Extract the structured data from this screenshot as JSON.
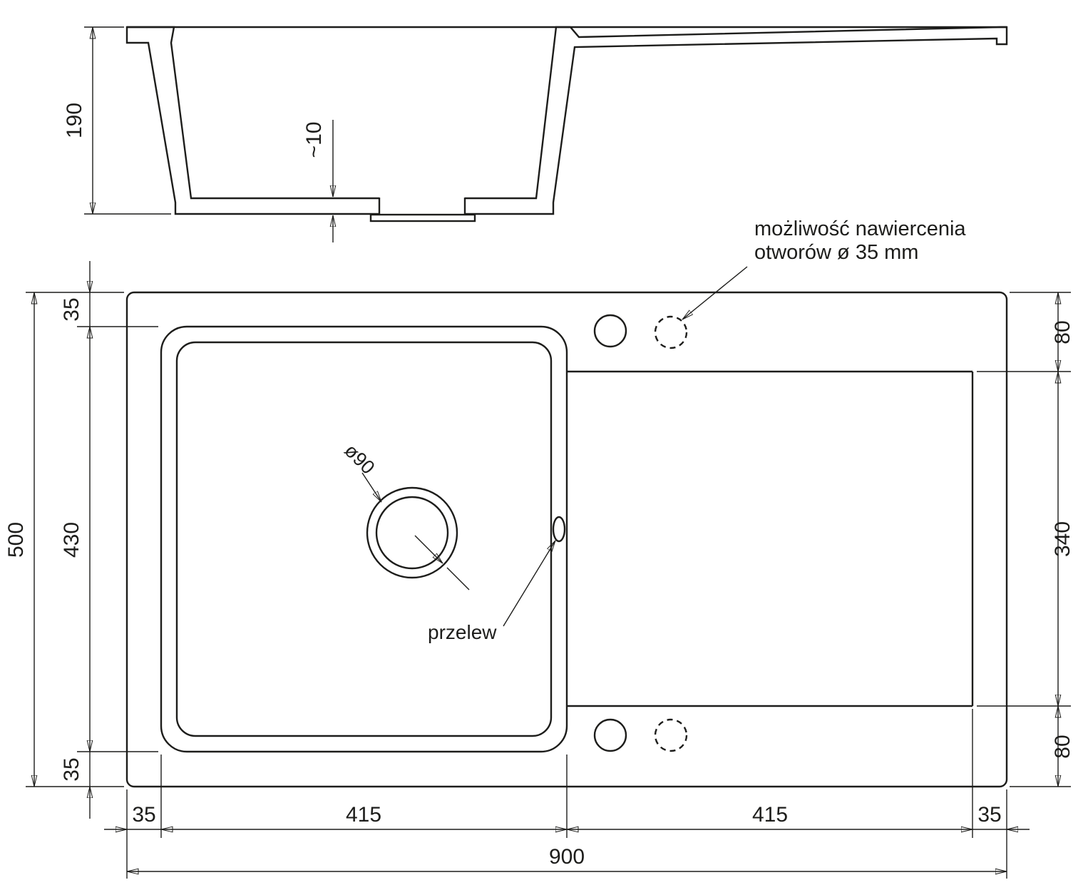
{
  "drawing": {
    "type": "kitchen-sink-technical-drawing",
    "line_color": "#1d1d1b",
    "background": "#ffffff"
  },
  "section": {
    "dims": {
      "depth": "190",
      "bottom_thickness": "~10"
    }
  },
  "plan": {
    "labels": {
      "drill_note_line1": "możliwość nawiercenia",
      "drill_note_line2": "otworów ø 35 mm",
      "overflow": "przelew",
      "drain_diameter": "ø90"
    },
    "dims": {
      "total_height": "500",
      "margin_top": "35",
      "basin_height": "430",
      "margin_bottom": "35",
      "drainer_offset_top": "80",
      "drainer_height": "340",
      "drainer_offset_bottom": "80",
      "margin_left": "35",
      "basin_width": "415",
      "drainer_width": "415",
      "margin_right": "35",
      "total_width": "900"
    }
  }
}
